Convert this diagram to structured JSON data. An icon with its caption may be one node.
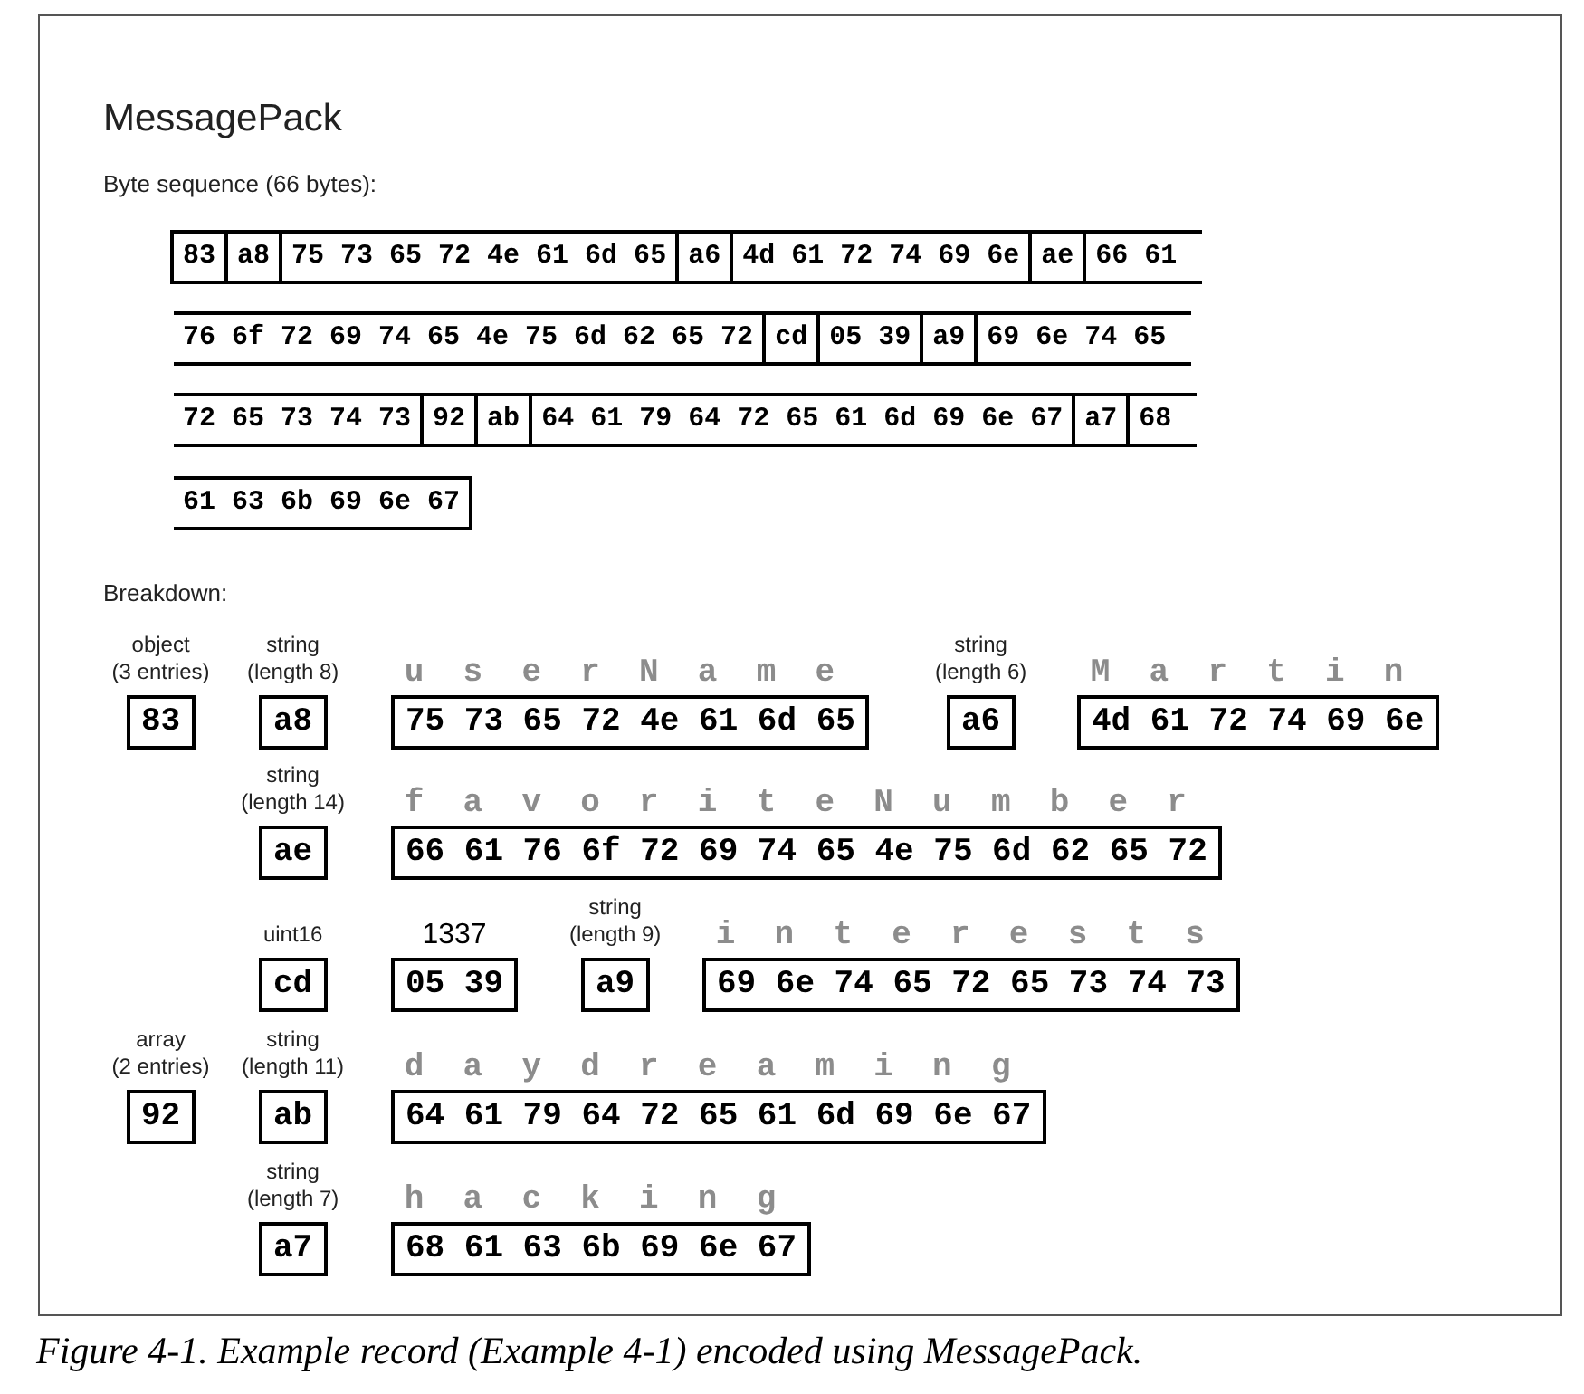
{
  "diagram": {
    "title": "MessagePack",
    "caption": "Figure 4-1. Example record (Example 4-1) encoded using MessagePack.",
    "nodes": [
      {
        "text": [
          "83"
        ]
      },
      {
        "text": [
          "a8"
        ]
      },
      {
        "text": [
          "75 73 65 72 4e 61 6d 65"
        ]
      },
      {
        "text": [
          "a6"
        ]
      },
      {
        "text": [
          "4d 61 72 74 69 6e"
        ]
      },
      {
        "text": [
          "ae"
        ]
      },
      {
        "text": [
          "66 61"
        ]
      },
      {
        "text": [
          "76 6f 72 69 74 65 4e 75 6d 62 65 72"
        ]
      },
      {
        "text": [
          "cd"
        ]
      },
      {
        "text": [
          "05 39"
        ]
      },
      {
        "text": [
          "a9"
        ]
      },
      {
        "text": [
          "69 6e 74 65"
        ]
      },
      {
        "text": [
          "72 65 73 74 73"
        ]
      },
      {
        "text": [
          "92"
        ]
      },
      {
        "text": [
          "ab"
        ]
      },
      {
        "text": [
          "64 61 79 64 72 65 61 6d 69 6e 67"
        ]
      },
      {
        "text": [
          "a7"
        ]
      },
      {
        "text": [
          "68"
        ]
      },
      {
        "text": [
          "61 63 6b 69 6e 67"
        ]
      },
      {
        "text": [
          "83"
        ],
        "beside": [
          "object (3 entries)"
        ]
      },
      {
        "text": [
          "a8"
        ],
        "beside": [
          "string (length 8)"
        ]
      },
      {
        "text": [
          "75 73 65 72 4e 61 6d 65"
        ],
        "beside": [
          "u s e r N a m e"
        ]
      },
      {
        "text": [
          "a6"
        ],
        "beside": [
          "string (length 6)"
        ]
      },
      {
        "text": [
          "4d 61 72 74 69 6e"
        ],
        "beside": [
          "M a r t i n"
        ]
      },
      {
        "text": [
          "ae"
        ],
        "beside": [
          "string (length 14)"
        ]
      },
      {
        "text": [
          "66 61 76 6f 72 69 74 65 4e 75 6d 62 65 72"
        ],
        "beside": [
          "f a v o r i t e N u m b e r"
        ]
      },
      {
        "text": [
          "cd"
        ],
        "beside": [
          "uint16"
        ]
      },
      {
        "text": [
          "05 39"
        ],
        "beside": [
          "1337"
        ]
      },
      {
        "text": [
          "a9"
        ],
        "beside": [
          "string (length 9)"
        ]
      },
      {
        "text": [
          "69 6e 74 65 72 65 73 74 73"
        ],
        "beside": [
          "i n t e r e s t s"
        ]
      },
      {
        "text": [
          "92"
        ],
        "beside": [
          "array (2 entries)"
        ]
      },
      {
        "text": [
          "ab"
        ],
        "beside": [
          "string (length 11)"
        ]
      },
      {
        "text": [
          "64 61 79 64 72 65 61 6d 69 6e 67"
        ],
        "beside": [
          "d a y d r e a m i n g"
        ]
      },
      {
        "text": [
          "a7"
        ],
        "beside": [
          "string (length 7)"
        ]
      },
      {
        "text": [
          "68 61 63 6b 69 6e 67"
        ],
        "beside": [
          "h a c k i n g"
        ]
      }
    ],
    "labels": [
      "Byte sequence (66 bytes):",
      "Breakdown:"
    ]
  }
}
